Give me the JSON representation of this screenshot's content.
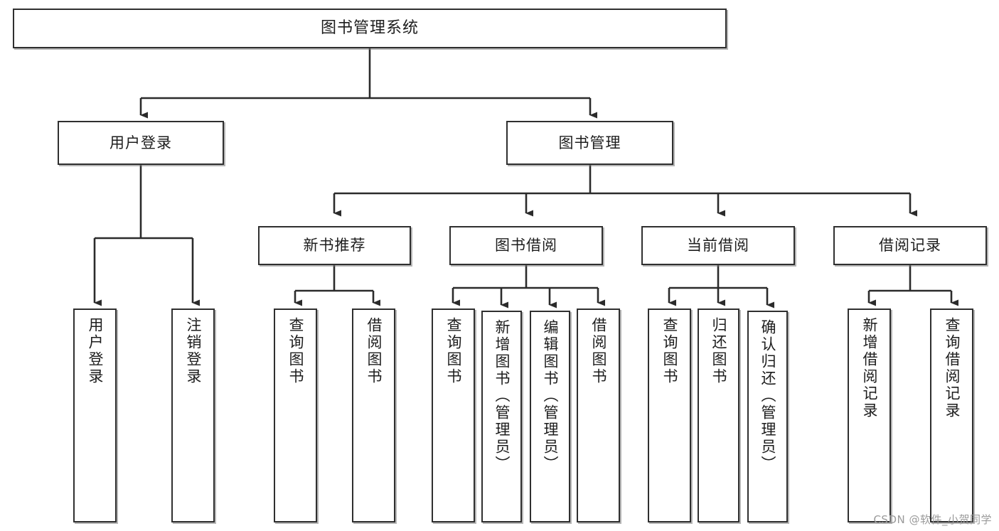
{
  "diagram": {
    "type": "tree",
    "title": "图书管理系统",
    "root": {
      "label": "图书管理系统"
    },
    "level1": [
      {
        "label": "用户登录"
      },
      {
        "label": "图书管理"
      }
    ],
    "level2": [
      {
        "label": "新书推荐"
      },
      {
        "label": "图书借阅"
      },
      {
        "label": "当前借阅"
      },
      {
        "label": "借阅记录"
      }
    ],
    "leaves": {
      "user_login": [
        {
          "label": "用户登录"
        },
        {
          "label": "注销登录"
        }
      ],
      "new_book_recommend": [
        {
          "label": "查询图书"
        },
        {
          "label": "借阅图书"
        }
      ],
      "book_borrow": [
        {
          "label": "查询图书"
        },
        {
          "label": "新增图书（管理员）"
        },
        {
          "label": "编辑图书（管理员）"
        },
        {
          "label": "借阅图书"
        }
      ],
      "current_borrow": [
        {
          "label": "查询图书"
        },
        {
          "label": "归还图书"
        },
        {
          "label": "确认归还（管理员）"
        }
      ],
      "borrow_record": [
        {
          "label": "新增借阅记录"
        },
        {
          "label": "查询借阅记录"
        }
      ]
    }
  },
  "watermark": {
    "text": "CSDN @软件_小贺同学"
  },
  "colors": {
    "border": "#2f2f2f",
    "fill": "#ffffff",
    "text": "#1d1d1d",
    "edge": "#2b2b2b",
    "watermark": "#9a9a9a"
  }
}
